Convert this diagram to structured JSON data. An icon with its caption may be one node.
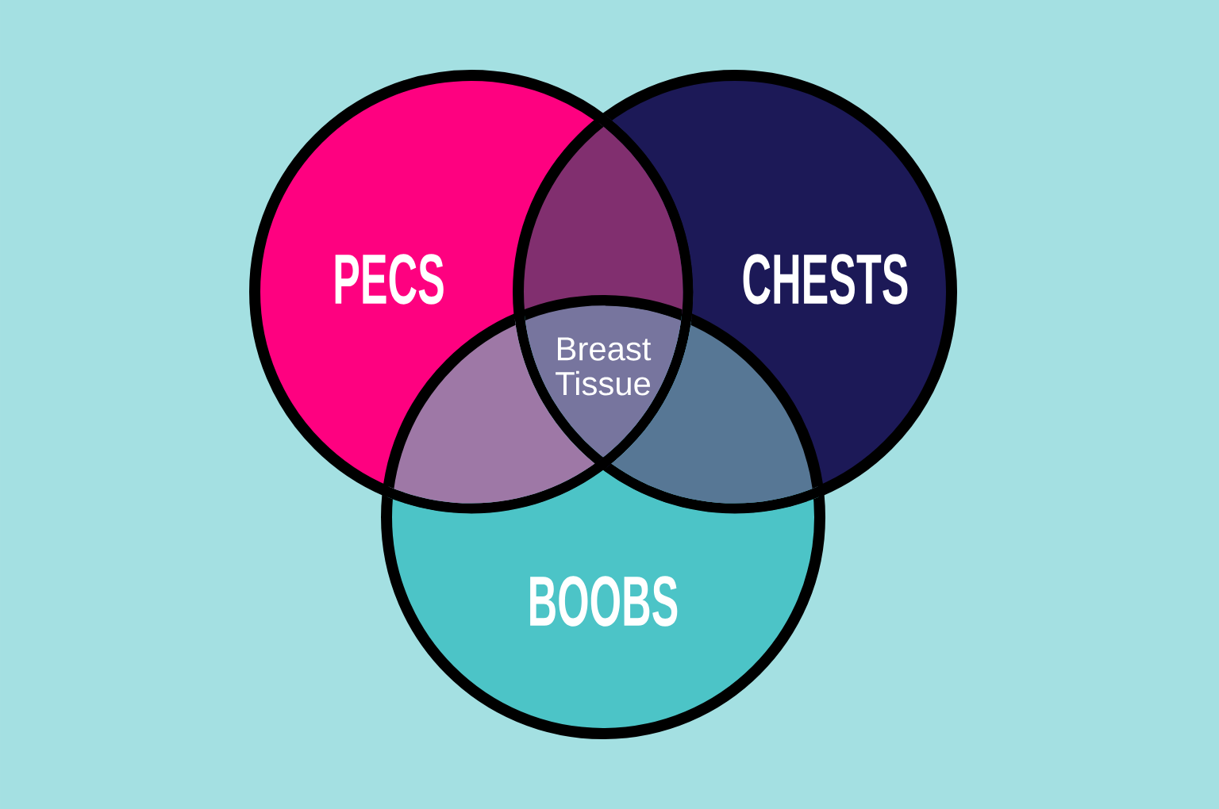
{
  "diagram": {
    "nodes": [
      {
        "text": [
          "PECS"
        ]
      },
      {
        "text": [
          "CHESTS"
        ]
      },
      {
        "text": [
          "Breast Tissue"
        ]
      },
      {
        "text": [
          "BOOBS"
        ]
      }
    ]
  }
}
